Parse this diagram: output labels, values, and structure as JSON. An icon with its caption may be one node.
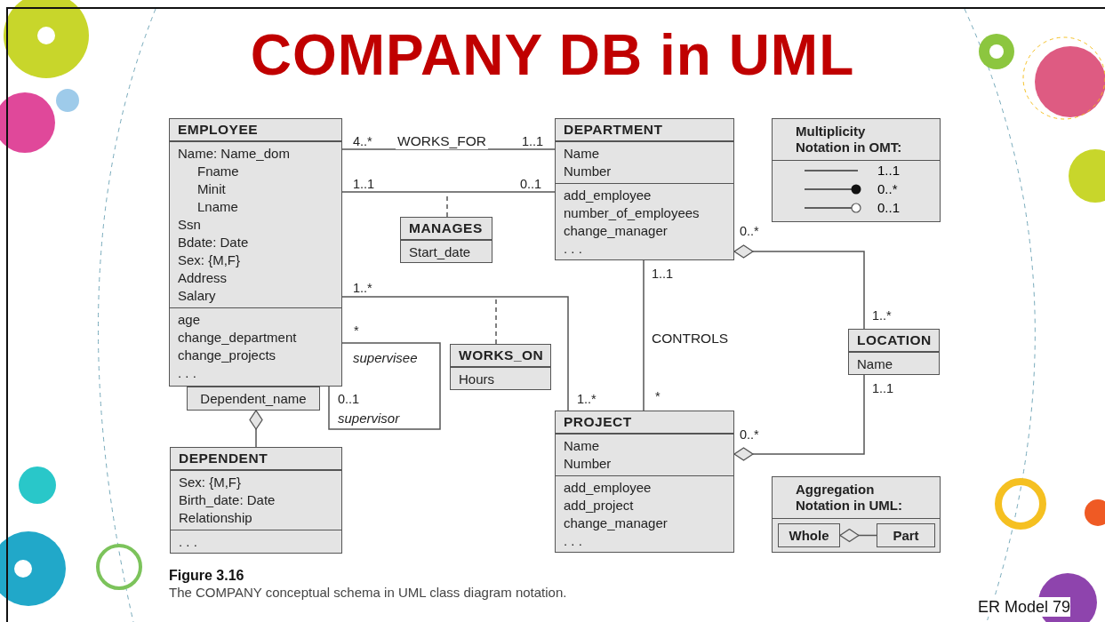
{
  "diagram": {
    "title": "COMPANY DB in UML",
    "caption": "**Figure 3.16** The COMPANY conceptual schema in UML class diagram notation.",
    "nodes": [
      {
        "text": [
          "EMPLOYEE",
          "Name: Name_dom",
          "Fname",
          "Minit",
          "Lname",
          "Ssn",
          "Bdate: Date",
          "Sex: {M,F}",
          "Address",
          "Salary",
          "age",
          "change_department",
          "change_projects",
          ". . ."
        ]
      },
      {
        "text": [
          "DEPARTMENT",
          "Name",
          "Number",
          "add_employee",
          "number_of_employees",
          "change_manager",
          ". . ."
        ]
      },
      {
        "text": [
          "MANAGES",
          "Start_date"
        ]
      },
      {
        "text": [
          "WORKS_ON",
          "Hours"
        ]
      },
      {
        "text": [
          "LOCATION",
          "Name"
        ]
      },
      {
        "text": [
          "Dependent_name"
        ]
      },
      {
        "text": [
          "DEPENDENT",
          "Sex: {M,F}",
          "Birth_date: Date",
          "Relationship",
          ". . ."
        ]
      },
      {
        "text": [
          "PROJECT",
          "Name",
          "Number",
          "add_employee",
          "add_project",
          "change_manager",
          ". . ."
        ]
      },
      {
        "text": [
          "Multiplicity Notation in OMT:"
        ]
      },
      {
        "text": [
          "Aggregation Notation in UML:"
        ]
      },
      {
        "text": [
          "Whole"
        ],
        "in": 9
      },
      {
        "text": [
          "Part"
        ],
        "in": 9
      }
    ],
    "edges": [
      {
        "from": 0,
        "to": 1,
        "arrow": "none",
        "label": "WORKS_FOR"
      },
      {
        "from": 0,
        "to": 1,
        "arrow": "none"
      },
      {
        "from": 2,
        "to": null,
        "arrow": "none",
        "style": "dashed"
      },
      {
        "from": 0,
        "to": 7,
        "arrow": "none"
      },
      {
        "from": 3,
        "to": null,
        "arrow": "none",
        "style": "dashed"
      },
      {
        "from": 0,
        "to": 0,
        "arrow": "none"
      },
      {
        "from": 1,
        "to": 7,
        "arrow": "none",
        "label": "CONTROLS"
      },
      {
        "from": 4,
        "to": 1,
        "arrow": "other"
      },
      {
        "from": 4,
        "to": 7,
        "arrow": "other"
      },
      {
        "from": 6,
        "to": 5,
        "arrow": "other"
      },
      {
        "from": 11,
        "to": 10,
        "arrow": "other"
      }
    ],
    "labels": [
      "4..*",
      "1..1",
      "1..1",
      "0..1",
      "1..*",
      "*",
      "supervisee",
      "0..1",
      "supervisor",
      "0..*",
      "1..1",
      "1..*",
      "1..*",
      "*",
      "0..*",
      "1..1",
      "ER Model 79"
    ],
    "legend": [
      {
        "text": "1..1"
      },
      {
        "text": "0..*"
      },
      {
        "text": "0..1"
      }
    ]
  }
}
